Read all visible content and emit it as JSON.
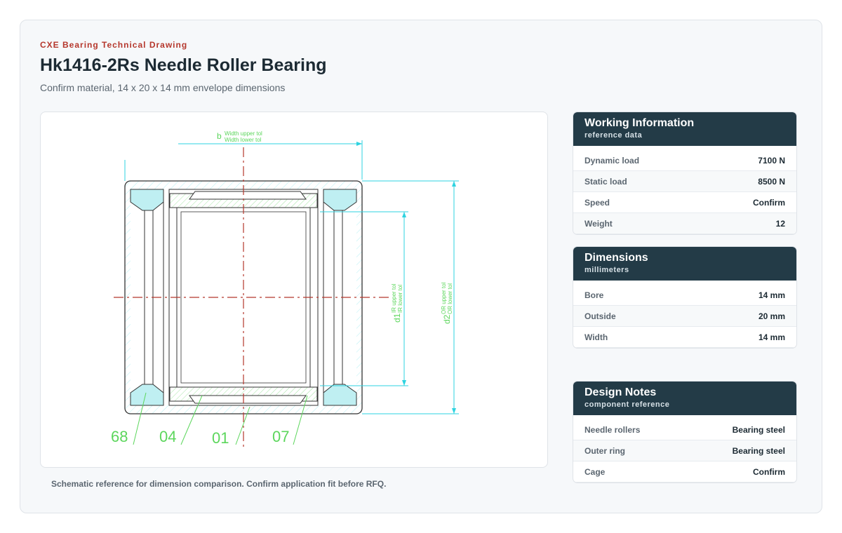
{
  "header": {
    "eyebrow": "CXE Bearing Technical Drawing",
    "title": "Hk1416-2Rs Needle Roller Bearing",
    "subtitle": "Confirm material, 14 x 20 x 14 mm envelope dimensions"
  },
  "drawing": {
    "dim_b": "b",
    "width_upper": "Width upper tol",
    "width_lower": "Width lower tol",
    "dim_d1": "d1",
    "ir_upper": "IR upper tol",
    "ir_lower": "IR lower tol",
    "dim_d2": "d2",
    "or_upper": "OR upper tol",
    "or_lower": "OR lower tol",
    "callouts": [
      "68",
      "04",
      "01",
      "07"
    ],
    "line_color": "#5cd65c",
    "dim_color": "#2ed3e0",
    "center_color": "#b5372c",
    "caption": "Schematic reference for dimension comparison. Confirm application fit before RFQ."
  },
  "working": {
    "title": "Working Information",
    "subtitle": "reference data",
    "rows": [
      {
        "label": "Dynamic load",
        "value": "7100 N"
      },
      {
        "label": "Static load",
        "value": "8500 N"
      },
      {
        "label": "Speed",
        "value": "Confirm"
      },
      {
        "label": "Weight",
        "value": "12"
      }
    ]
  },
  "dimensions": {
    "title": "Dimensions",
    "subtitle": "millimeters",
    "rows": [
      {
        "label": "Bore",
        "value": "14 mm"
      },
      {
        "label": "Outside",
        "value": "20 mm"
      },
      {
        "label": "Width",
        "value": "14 mm"
      }
    ]
  },
  "notes": {
    "title": "Design Notes",
    "subtitle": "component reference",
    "rows": [
      {
        "label": "Needle rollers",
        "value": "Bearing steel"
      },
      {
        "label": "Outer ring",
        "value": "Bearing steel"
      },
      {
        "label": "Cage",
        "value": "Confirm"
      }
    ]
  },
  "theme": {
    "accent": "#b5372c",
    "header_bg": "#233b47"
  }
}
